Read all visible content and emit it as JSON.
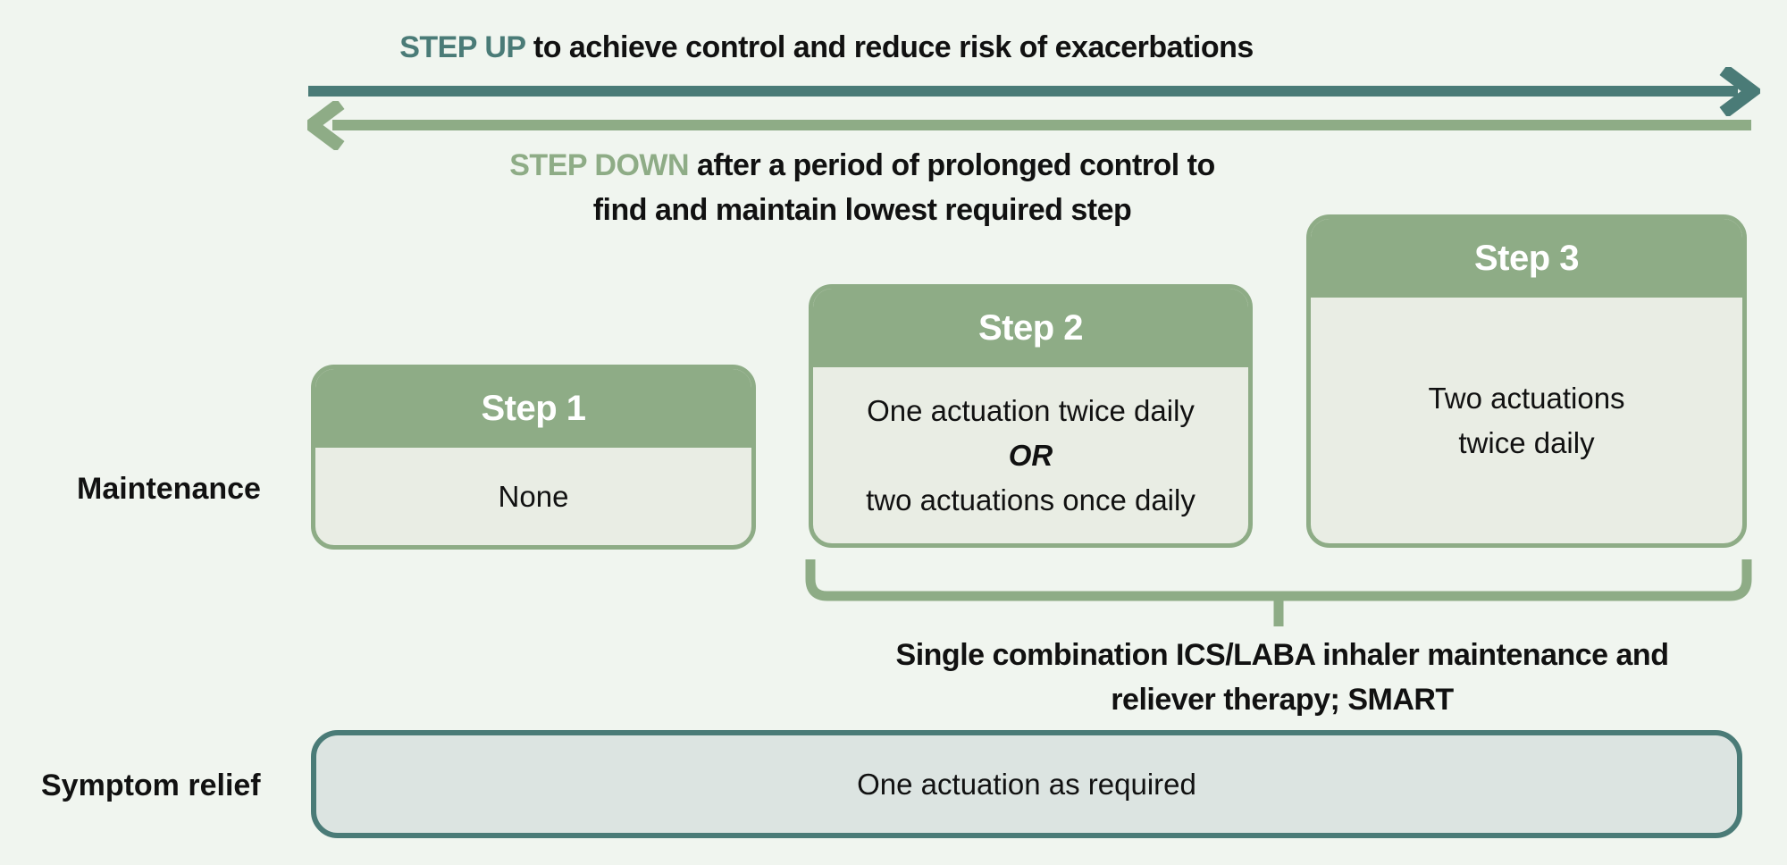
{
  "meta": {
    "description": "Stepwise asthma maintenance and reliever therapy diagram"
  },
  "colors": {
    "background": "#f0f5ef",
    "sage_green": "#8eac86",
    "teal": "#4a7b77",
    "box_body_fill": "#e9ede4",
    "relief_fill": "#dce4e1",
    "step_title_text": "#ffffff",
    "body_text": "#111111"
  },
  "arrows": {
    "step_up": {
      "highlight": "STEP UP",
      "rest": " to achieve control and reduce risk of exacerbations",
      "direction": "right"
    },
    "step_down": {
      "highlight": "STEP DOWN",
      "rest_line1": " after a period of prolonged control to",
      "line2": "find and maintain lowest required step",
      "direction": "left"
    }
  },
  "rows": {
    "maintenance_label": "Maintenance",
    "symptom_relief_label": "Symptom relief"
  },
  "steps": [
    {
      "title": "Step 1",
      "lines": [
        "None"
      ]
    },
    {
      "title": "Step 2",
      "lines": [
        "One actuation twice daily",
        "OR",
        "two actuations once daily"
      ]
    },
    {
      "title": "Step 3",
      "lines": [
        "Two actuations",
        "twice daily"
      ]
    }
  ],
  "bracket": {
    "label_line1": "Single combination ICS/LABA inhaler maintenance and",
    "label_line2": "reliever therapy; SMART"
  },
  "symptom_relief": {
    "text": "One actuation as required"
  }
}
